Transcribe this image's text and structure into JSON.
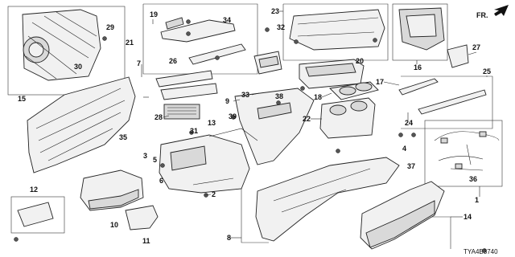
{
  "diagram": {
    "code": "TYA4B3740",
    "direction_label": "FR."
  },
  "callouts": [
    "1",
    "2",
    "3",
    "4",
    "5",
    "6",
    "7",
    "8",
    "9",
    "10",
    "11",
    "12",
    "13",
    "14",
    "15",
    "16",
    "17",
    "18",
    "19",
    "20",
    "21",
    "22",
    "23",
    "24",
    "25",
    "26",
    "27",
    "28",
    "29",
    "30",
    "31",
    "32",
    "33",
    "34",
    "35",
    "36",
    "37",
    "38",
    "39"
  ]
}
